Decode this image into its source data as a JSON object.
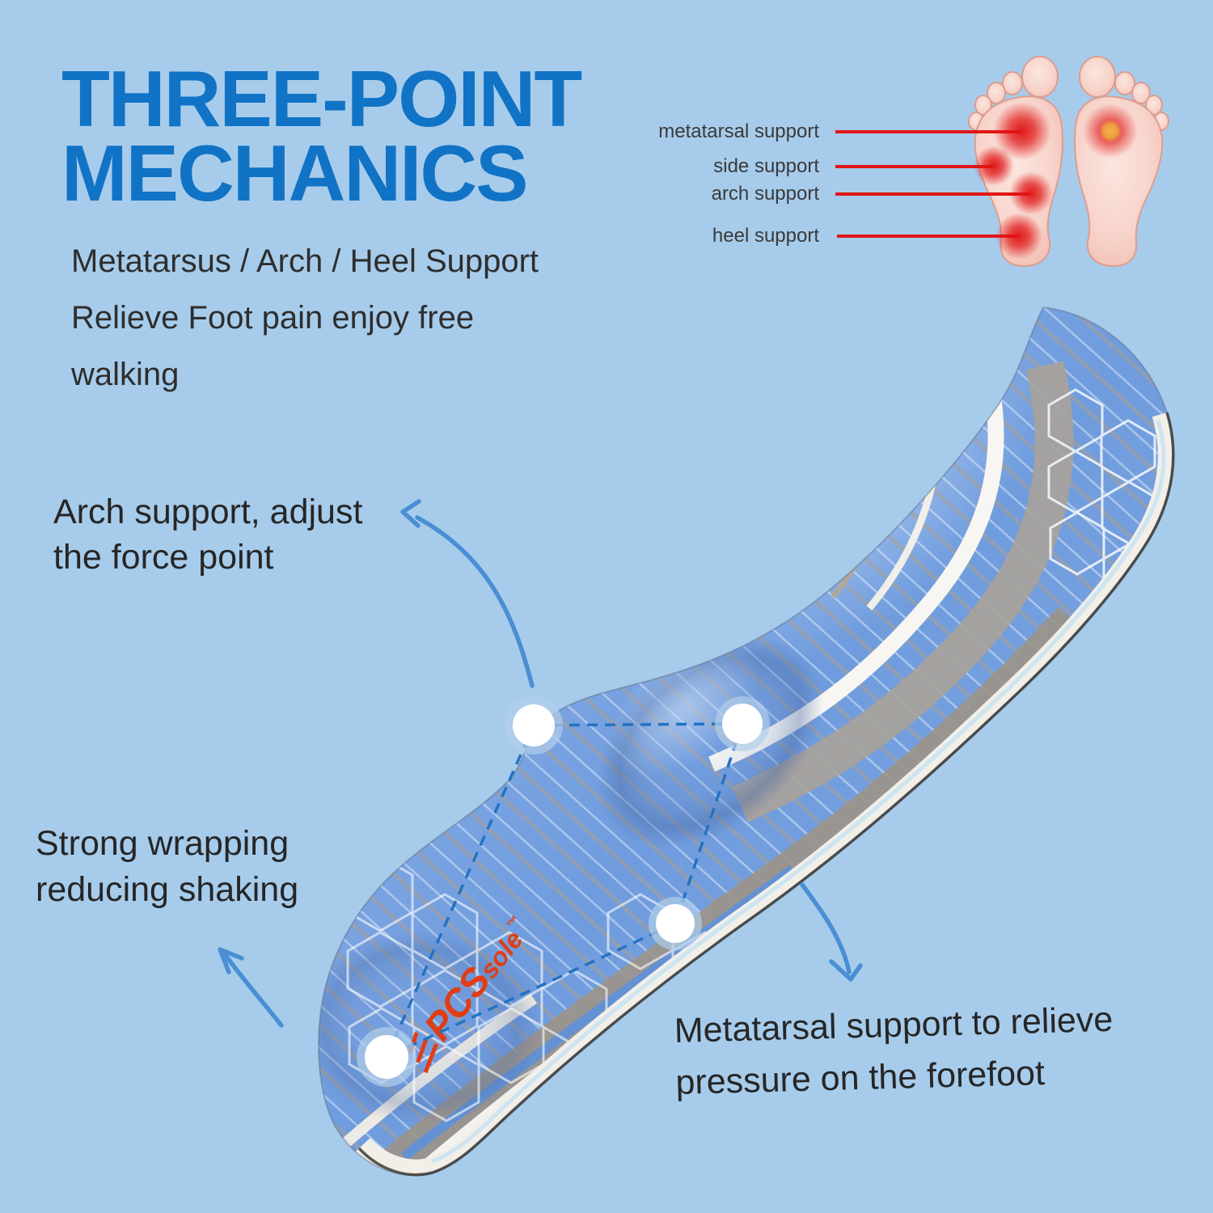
{
  "title": {
    "line1": "THREE-POINT",
    "line2": "MECHANICS"
  },
  "subtitle": {
    "line1": "Metatarsus / Arch / Heel Support",
    "line2": "Relieve Foot pain enjoy free",
    "line3": "walking"
  },
  "foot_diagram": {
    "labels": [
      {
        "text": "metatarsal support"
      },
      {
        "text": "side support"
      },
      {
        "text": "arch support"
      },
      {
        "text": "heel support"
      }
    ]
  },
  "annotations": {
    "arch": {
      "line1": "Arch support, adjust",
      "line2": "the force point"
    },
    "wrap": {
      "line1": "Strong wrapping",
      "line2": "reducing shaking"
    },
    "meta": {
      "line1": "Metatarsal support to relieve",
      "line2": "pressure on the forefoot"
    }
  },
  "insole": {
    "brand": "PCS",
    "brand_suffix": "sole",
    "brand_tm": "™"
  },
  "colors": {
    "background": "#a7cceb",
    "title_blue": "#1173c5",
    "text_dark": "#262626",
    "arrow_blue": "#4a8fd4",
    "dashed_blue": "#2273c4",
    "pointer_red": "#e01616",
    "logo_red": "#e13d15",
    "insole_blue": "#6f9cde",
    "foam_white": "#f2efe9",
    "foot_skin": "#f7d3ca",
    "spot_orange": "#eda03c"
  }
}
